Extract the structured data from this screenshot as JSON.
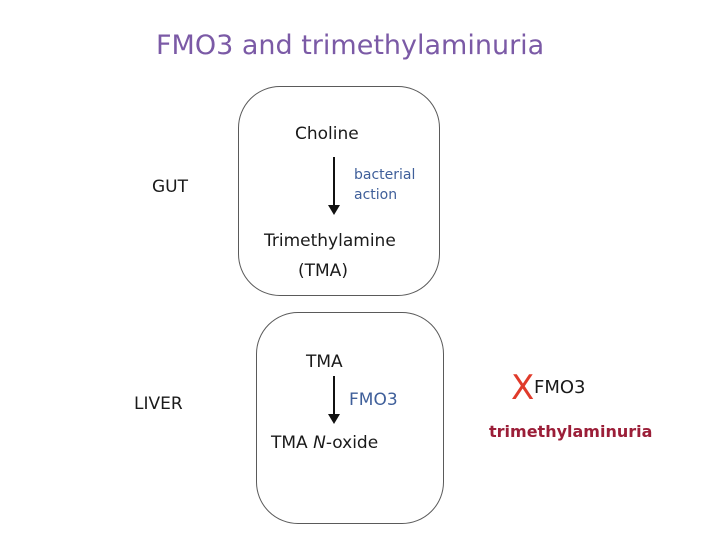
{
  "title": "FMO3 and trimethylaminuria",
  "gut": {
    "label": "GUT",
    "substrate": "Choline",
    "process_line1": "bacterial",
    "process_line2": "action",
    "product_line1": "Trimethylamine",
    "product_line2": "(TMA)"
  },
  "liver": {
    "label": "LIVER",
    "substrate": "TMA",
    "enzyme": "FMO3",
    "product_prefix": "TMA ",
    "product_italic": "N",
    "product_suffix": "-oxide"
  },
  "defect": {
    "mark": "X",
    "enzyme": "FMO3",
    "disease": "trimethylaminuria"
  },
  "colors": {
    "title": "#7b5aa6",
    "enzyme_blue": "#3f5f9a",
    "x_mark": "#e03a2a",
    "disease": "#9b1e38"
  }
}
